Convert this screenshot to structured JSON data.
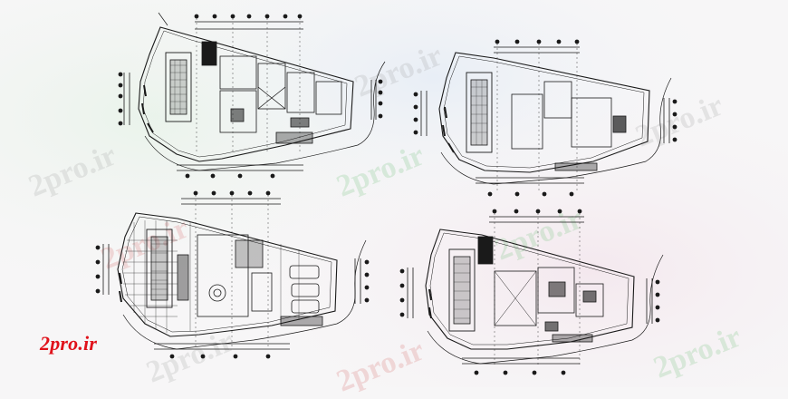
{
  "watermark": {
    "text": "2pro.ir"
  },
  "brand": {
    "text": "2pro.ir",
    "color": "#e0121b"
  },
  "drawing": {
    "plans": [
      {
        "id": "plan-top-left",
        "label": ""
      },
      {
        "id": "plan-top-right",
        "label": ""
      },
      {
        "id": "plan-bottom-left",
        "label": ""
      },
      {
        "id": "plan-bottom-right",
        "label": ""
      }
    ],
    "line_color": "#1a1a1a"
  }
}
